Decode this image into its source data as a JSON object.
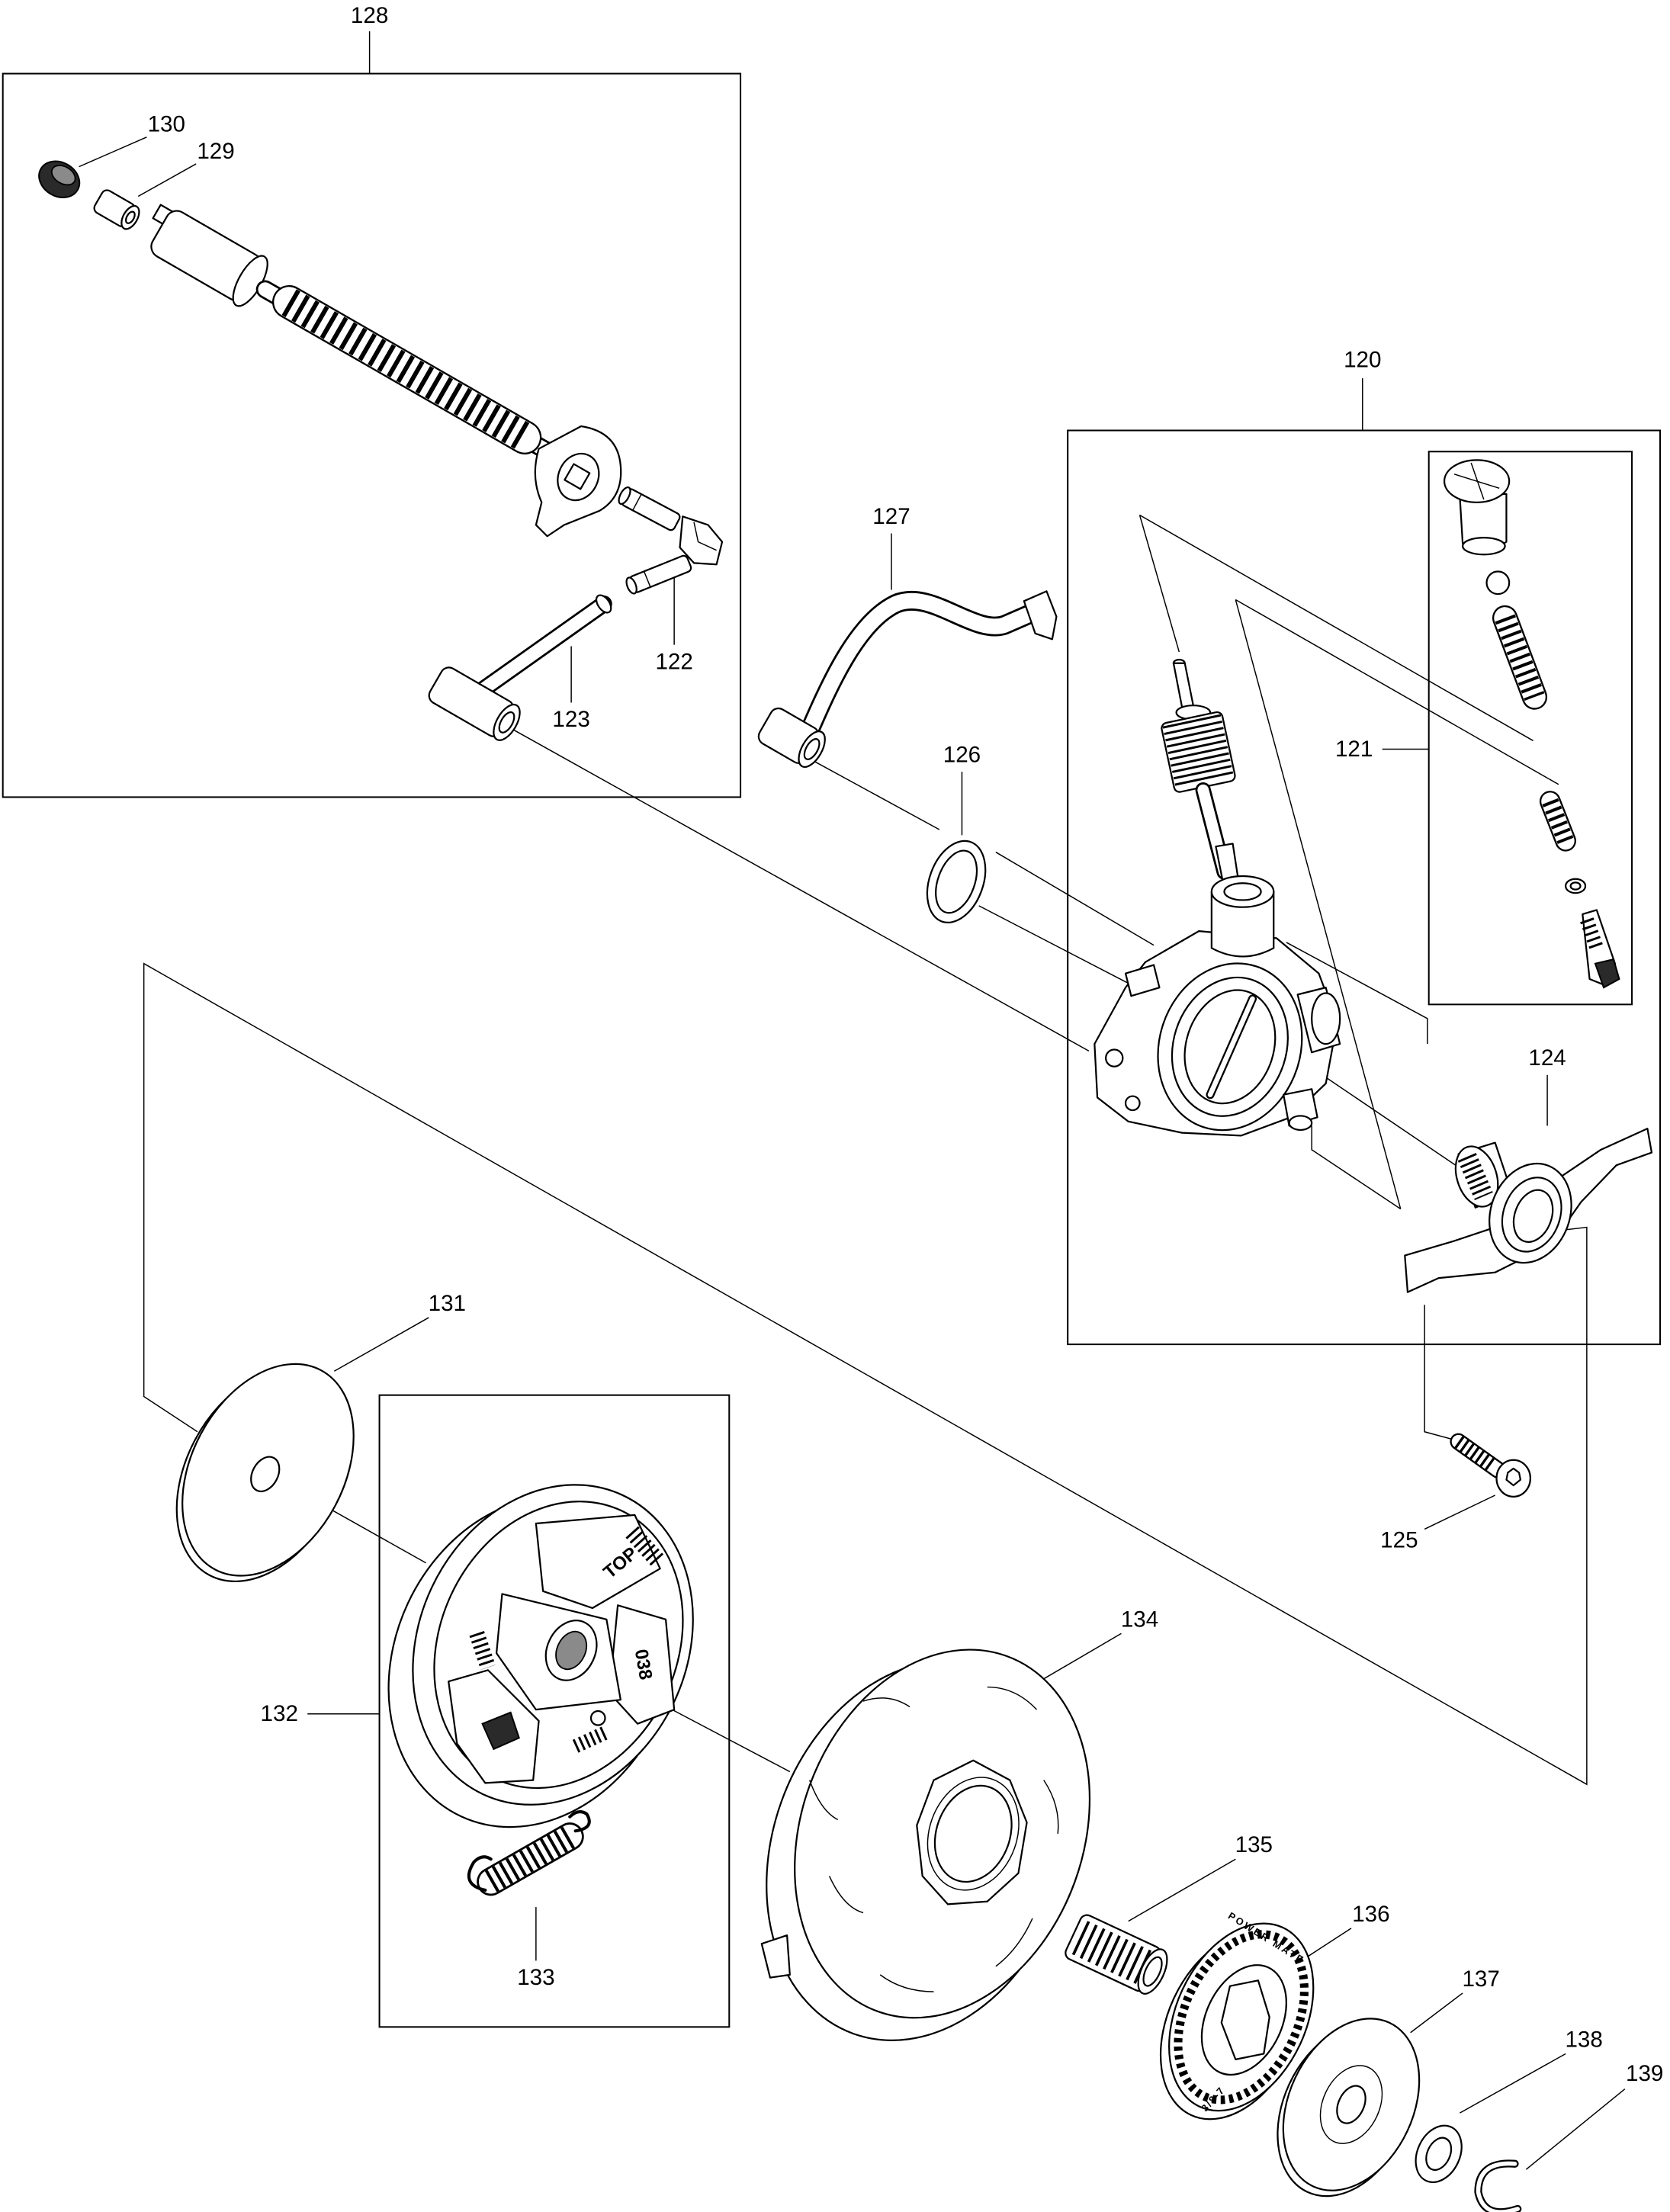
{
  "callouts": {
    "c120": "120",
    "c121": "121",
    "c122": "122",
    "c123": "123",
    "c124": "124",
    "c125": "125",
    "c126": "126",
    "c127": "127",
    "c128": "128",
    "c129": "129",
    "c130": "130",
    "c131": "131",
    "c132": "132",
    "c133": "133",
    "c134": "134",
    "c135": "135",
    "c136": "136",
    "c137": "137",
    "c138": "138",
    "c139": "139"
  },
  "part_markings": {
    "shoe_top": "TOP",
    "shoe_code": "038",
    "rim_brand": "POWER MATE",
    "rim_pitch": "3/8-7"
  },
  "colors": {
    "line": "#000000",
    "background": "#ffffff"
  }
}
